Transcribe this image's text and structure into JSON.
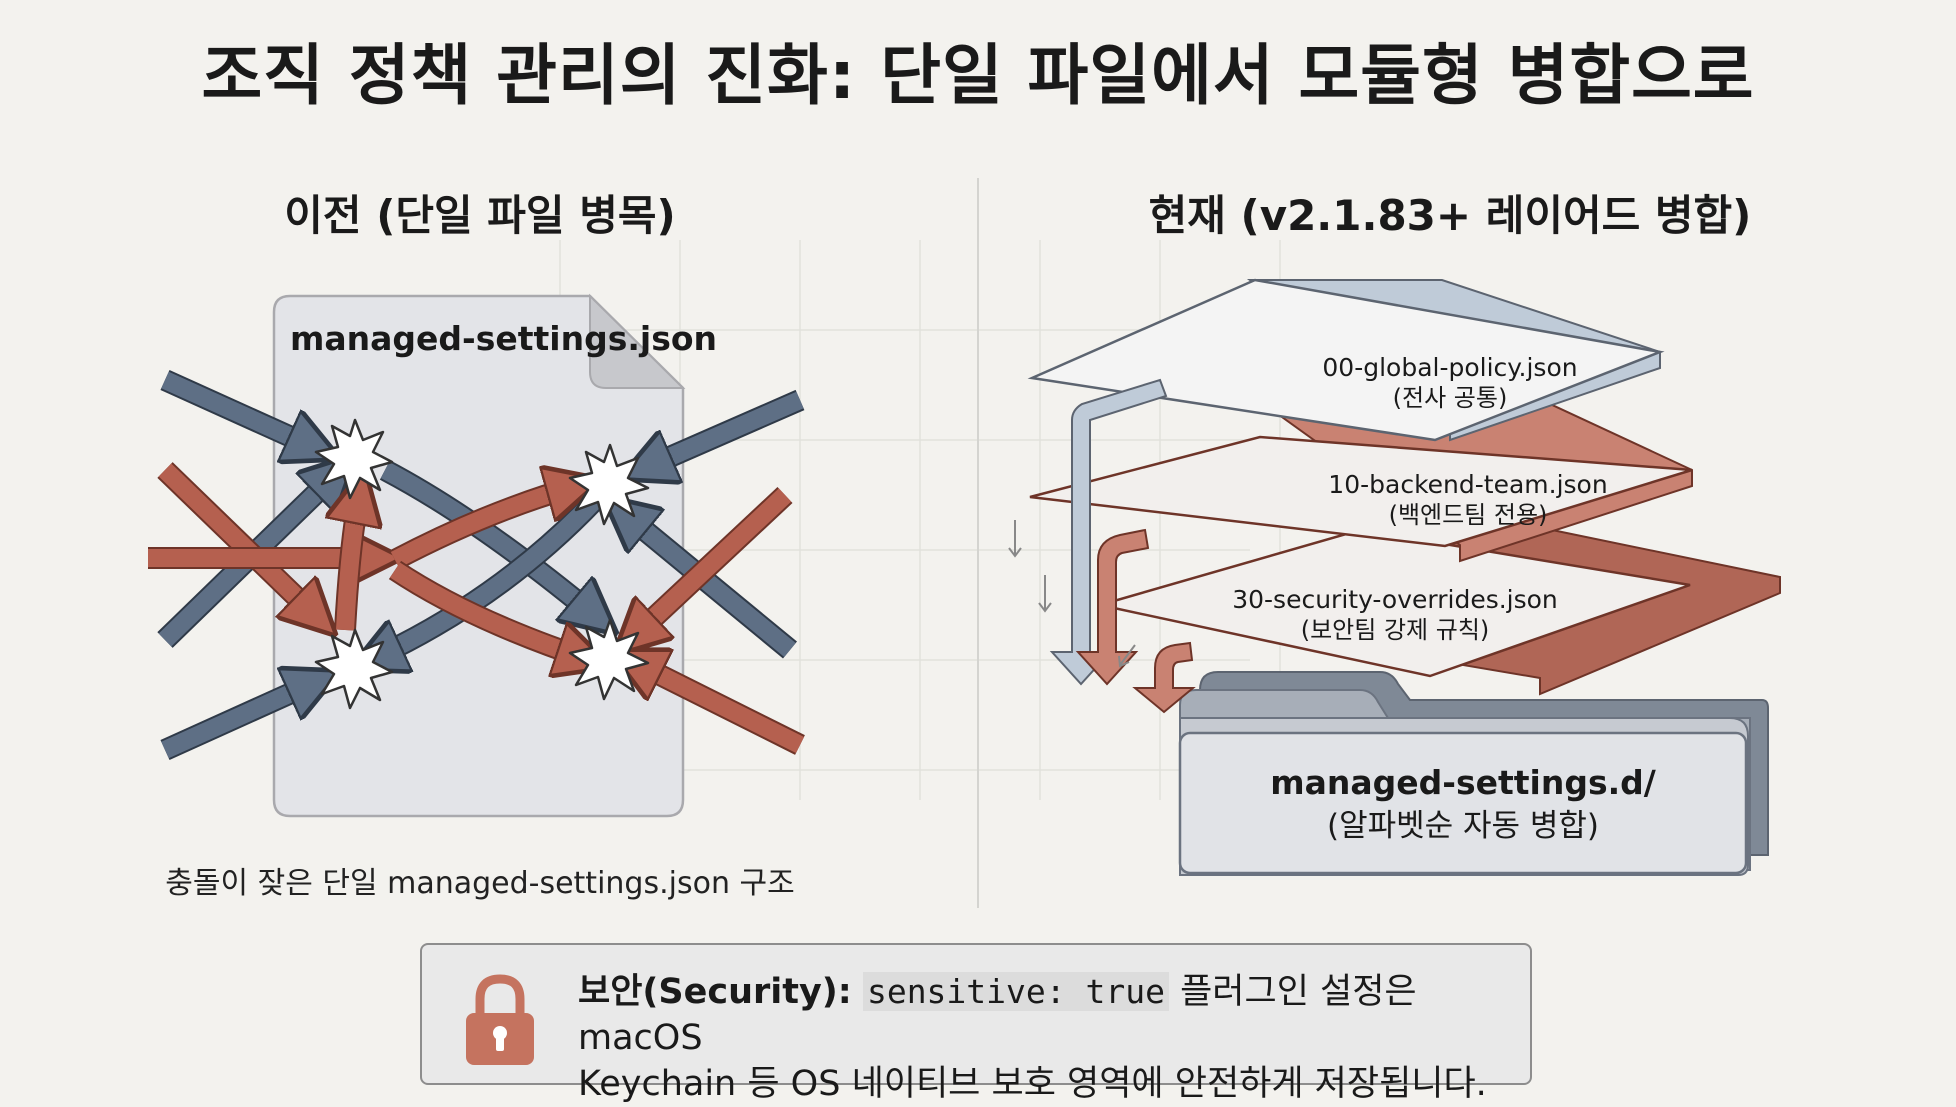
{
  "title": "조직 정책 관리의 진화: 단일 파일에서 모듈형 병합으로",
  "before": {
    "heading": "이전 (단일 파일 병목)",
    "file_label": "managed-settings.json",
    "caption": "충돌이 잦은 단일 managed-settings.json 구조"
  },
  "after": {
    "heading": "현재 (v2.1.83+ 레이어드 병합)",
    "layers": [
      {
        "name": "00-global-policy.json",
        "desc": "(전사 공통)"
      },
      {
        "name": "10-backend-team.json",
        "desc": "(백엔드팀 전용)"
      },
      {
        "name": "30-security-overrides.json",
        "desc": "(보안팀 강제 규칙)"
      }
    ],
    "folder": {
      "name": "managed-settings.d/",
      "desc": "(알파벳순 자동 병합)"
    }
  },
  "note": {
    "label": "보안(Security):",
    "code": "sensitive: true",
    "text1": "플러그인 설정은 macOS",
    "text2": "Keychain 등 OS 네이티브 보호 영역에 안전하게 저장됩니다."
  },
  "colors": {
    "blue_arrow": "#5e6f85",
    "red_arrow": "#b5604f",
    "layer_blue": "#bfcbd8",
    "layer_red": "#c98272",
    "folder": "#dfe1e6",
    "lock": "#c5735f"
  },
  "icons": [
    "lock-icon",
    "collision-icon",
    "arrow-icon"
  ]
}
